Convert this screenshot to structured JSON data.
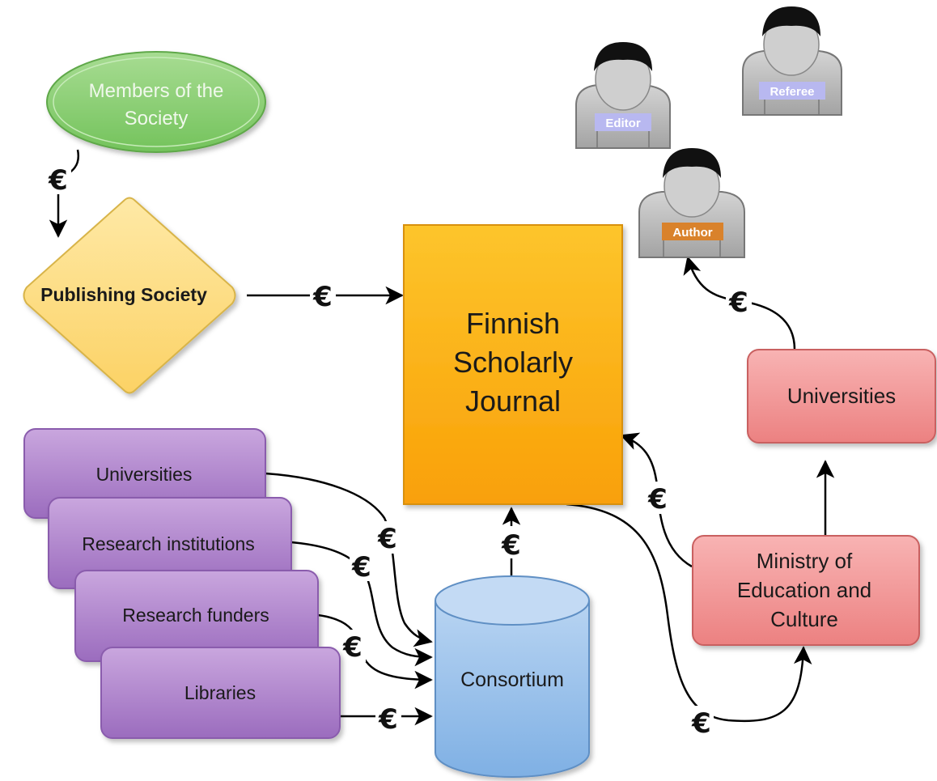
{
  "nodes": {
    "members": [
      "Members of the",
      "Society"
    ],
    "publishing_society": "Publishing Society",
    "journal": [
      "Finnish",
      "Scholarly",
      "Journal"
    ],
    "universities_right": "Universities",
    "ministry": [
      "Ministry of",
      "Education and",
      "Culture"
    ],
    "consortium": "Consortium",
    "universities_left": "Universities",
    "research_institutions": "Research institutions",
    "research_funders": "Research funders",
    "libraries": "Libraries"
  },
  "people": {
    "editor": "Editor",
    "referee": "Referee",
    "author": "Author"
  },
  "currency_symbol": "€",
  "colors": {
    "members_fill": "#8fd17a",
    "publishing_fill": "#fde08a",
    "journal_fill": "#fbb014",
    "red_fill": "#f2a0a0",
    "consortium_fill": "#9fc3ea",
    "purple_fill": "#b68ad0",
    "person_fill": "#b9b9b9",
    "editor_label_bg": "#b8b8f0",
    "referee_label_bg": "#b8b8f0",
    "author_label_bg": "#d9822b"
  }
}
